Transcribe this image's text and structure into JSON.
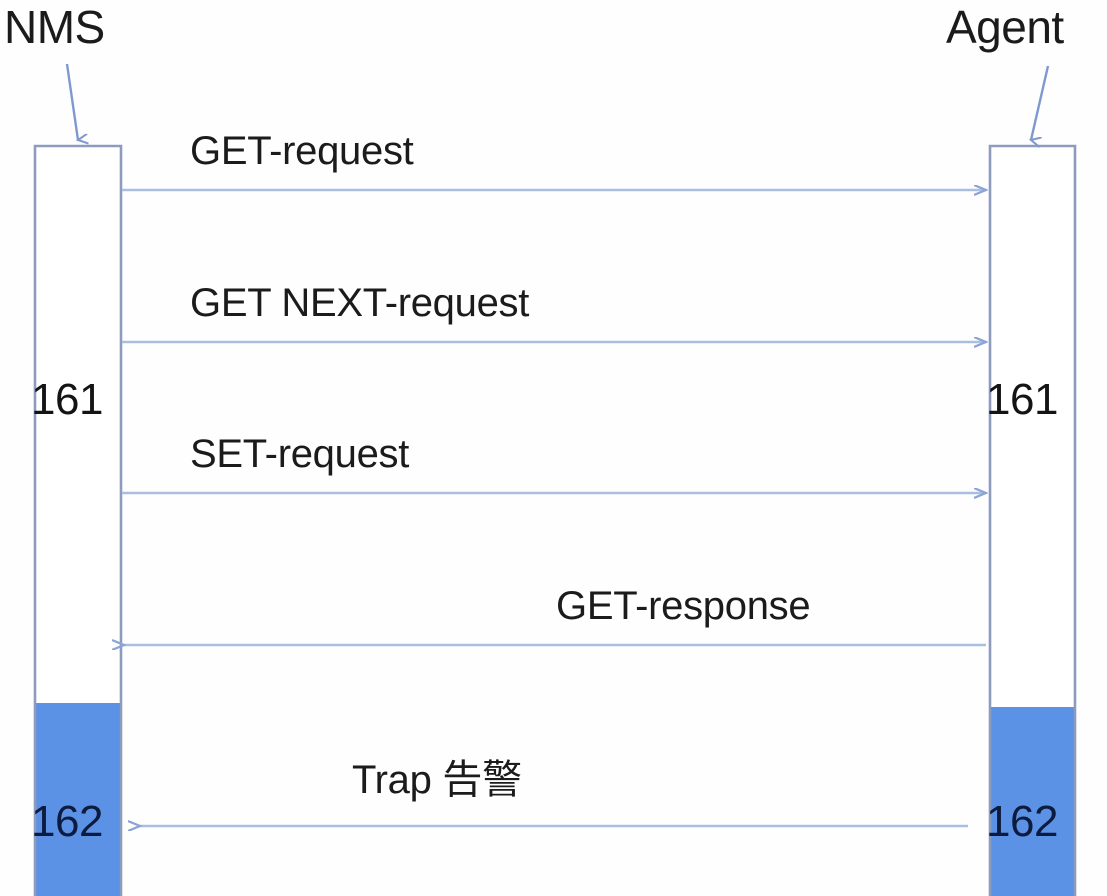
{
  "diagram": {
    "type": "sequence-diagram",
    "title_visible": false,
    "entities": [
      {
        "id": "nms",
        "label": "NMS",
        "ports": [
          "161",
          "162"
        ]
      },
      {
        "id": "agent",
        "label": "Agent",
        "ports": [
          "161",
          "162"
        ]
      }
    ],
    "nms_label": "NMS",
    "agent_label": "Agent",
    "nms_port_161": "161",
    "nms_port_162": "162",
    "agent_port_161": "161",
    "agent_port_162": "162",
    "messages": [
      {
        "id": "get-request",
        "label": "GET-request",
        "direction": "nms-to-agent"
      },
      {
        "id": "getnext-request",
        "label": "GET NEXT-request",
        "direction": "nms-to-agent"
      },
      {
        "id": "set-request",
        "label": "SET-request",
        "direction": "nms-to-agent"
      },
      {
        "id": "get-response",
        "label": "GET-response",
        "direction": "agent-to-nms"
      },
      {
        "id": "trap",
        "label": "Trap 告警",
        "direction": "agent-to-nms"
      }
    ],
    "msg_get_request": "GET-request",
    "msg_getnext_request": "GET NEXT-request",
    "msg_set_request": "SET-request",
    "msg_get_response": "GET-response",
    "msg_trap": "Trap 告警",
    "colors": {
      "port_162_fill": "#5B92E5",
      "line": "#9fb6dd",
      "box_stroke": "#8e9bbd",
      "pointer": "#7f98cf",
      "text": "#1b1b1b",
      "background": "#fefefe"
    }
  }
}
